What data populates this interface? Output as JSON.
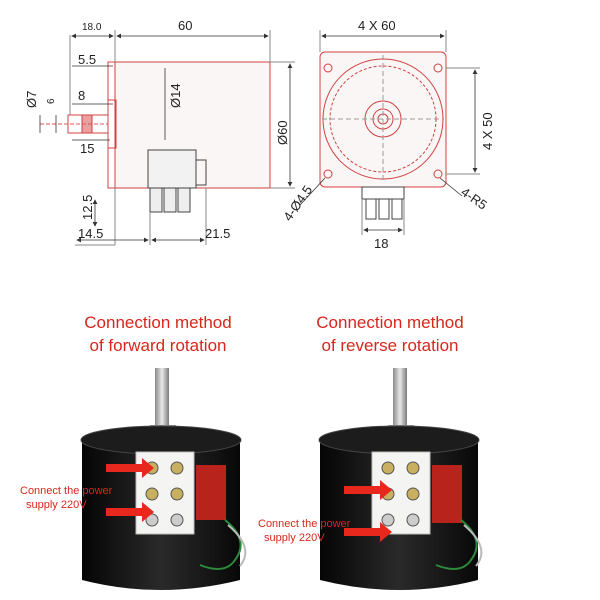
{
  "drawing": {
    "side": {
      "d_18": "18.0",
      "d_60": "60",
      "d_5_5": "5.5",
      "d_phi7": "Ø7",
      "d_6": "6",
      "d_8": "8",
      "d_phi14": "Ø14",
      "d_phi60": "Ø60",
      "d_15": "15",
      "d_12_5": "12.5",
      "d_14_5": "14.5",
      "d_21_5": "21.5"
    },
    "front": {
      "d_4x60": "4 X 60",
      "d_4x50": "4 X 50",
      "d_holes": "4-Ø4.5",
      "d_radius": "4-R5",
      "d_18": "18"
    }
  },
  "panels": [
    {
      "title_line1": "Connection method",
      "title_line2": "of forward rotation",
      "caption_line1": "Connect the power",
      "caption_line2": "supply 220V"
    },
    {
      "title_line1": "Connection method",
      "title_line2": "of reverse rotation",
      "caption_line1": "Connect the power",
      "caption_line2": "supply 220V"
    }
  ],
  "colors": {
    "drawing_line": "#e05050",
    "title_red": "#d8261c",
    "arrow_red": "#e8281c",
    "motor_body": "#1a1a1a"
  }
}
